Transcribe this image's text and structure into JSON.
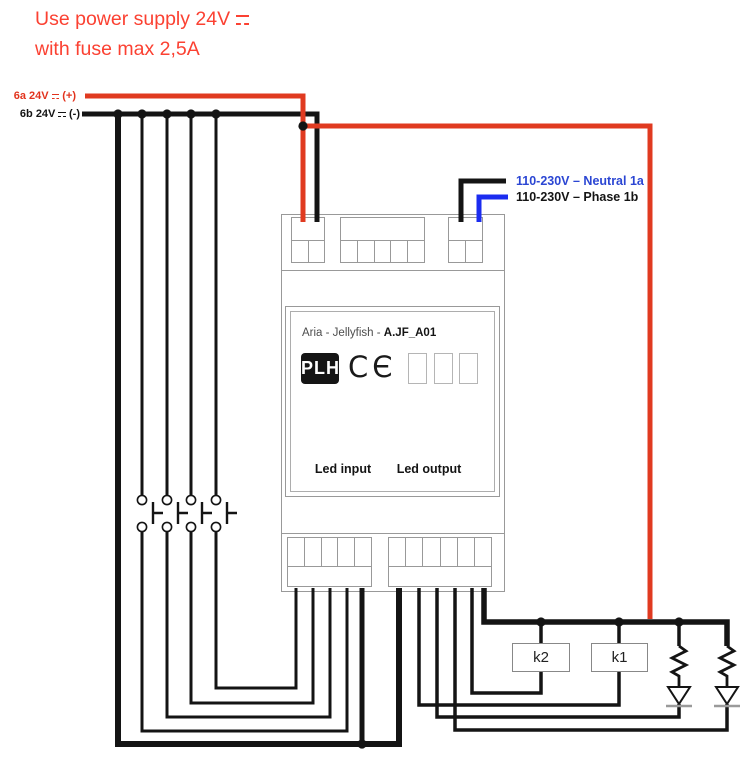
{
  "title": {
    "line1": "Use power supply 24V",
    "line2": "with fuse max 2,5A"
  },
  "supply_labels": {
    "plus_prefix": "6a 24V",
    "plus_suffix": "(+)",
    "minus_prefix": "6b 24V",
    "minus_suffix": "(-)"
  },
  "mains_labels": {
    "neutral": "110-230V – Neutral 1a",
    "phase": "110-230V – Phase 1b"
  },
  "device": {
    "model_prefix": "Aria - Jellyfish - ",
    "model_code": "A.JF_A01",
    "brand": "PLH",
    "ce_mark": "CЄ",
    "led_input": "Led input",
    "led_output": "Led output"
  },
  "relays": {
    "k2": "k2",
    "k1": "k1"
  },
  "colors": {
    "wire_red": "#e03a20",
    "wire_blue": "#1b2cf0",
    "wire_black": "#141414",
    "title_red": "#fb4132",
    "label_red": "#e2331d",
    "label_blue": "#2b46d3",
    "outline_gray": "#999999"
  }
}
